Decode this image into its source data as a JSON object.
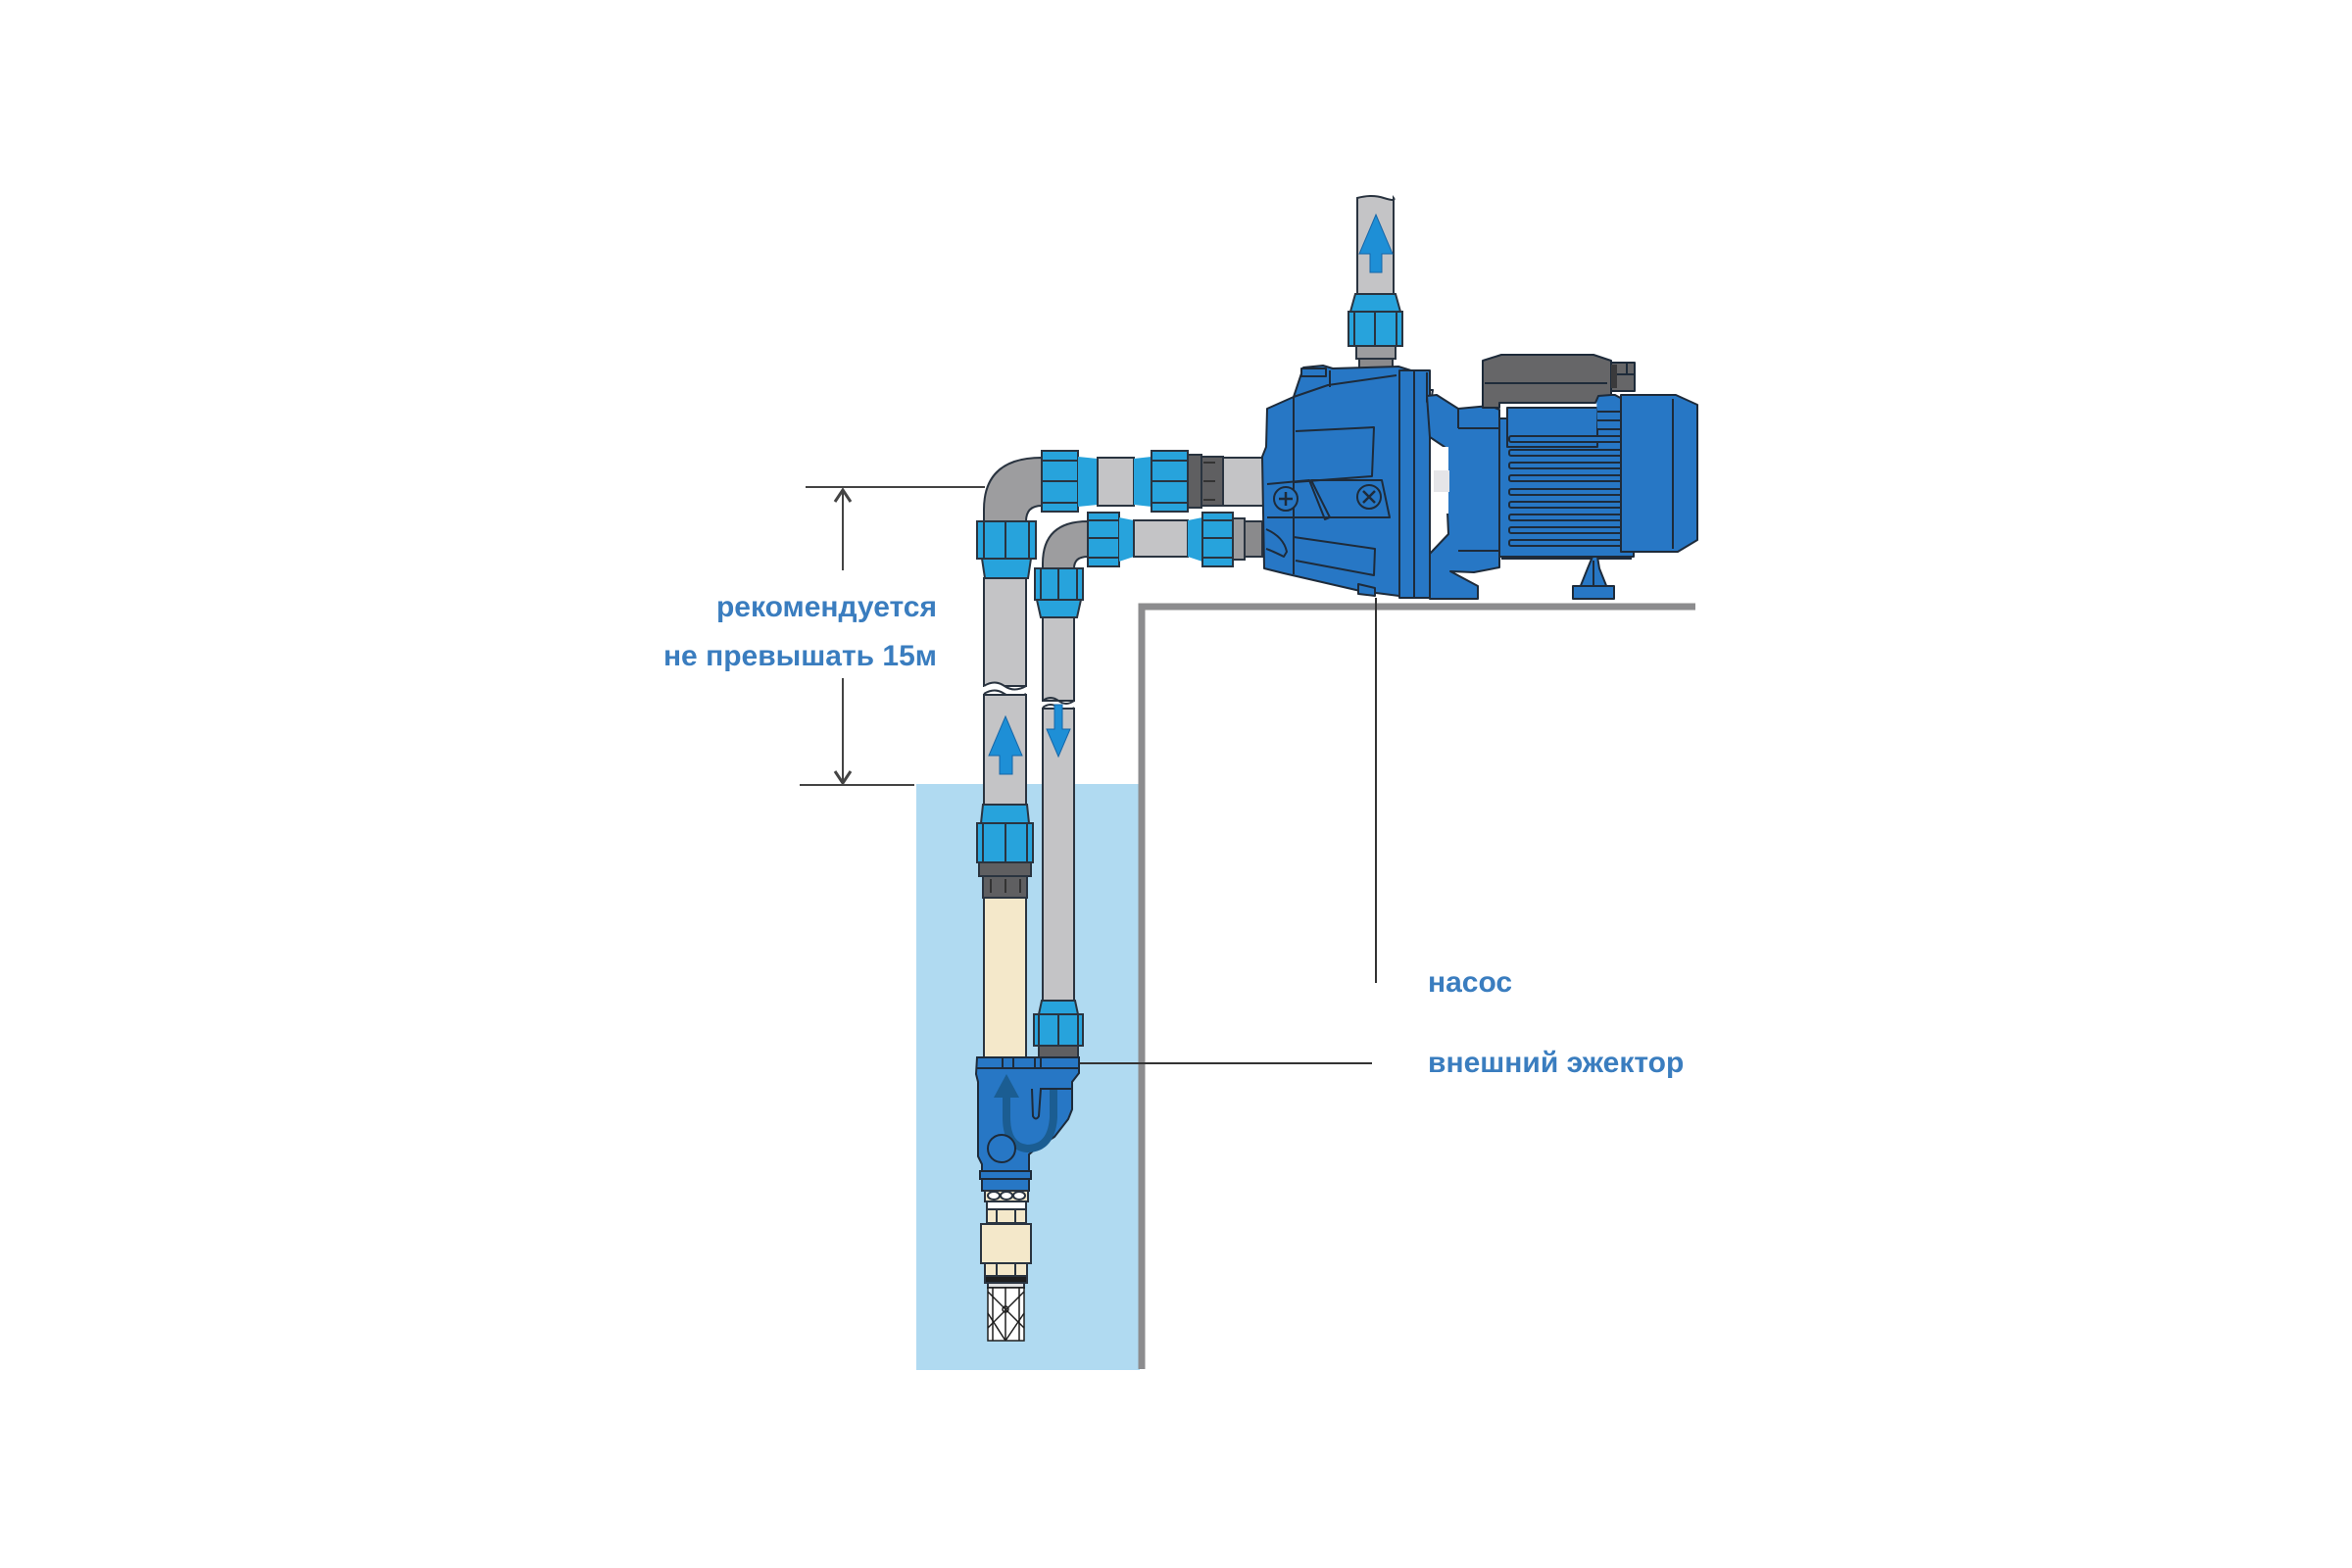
{
  "diagram": {
    "title": "Schema: pump with external ejector",
    "depth_note": {
      "line1": "рекомендуется",
      "line2": "не превышать 15м",
      "max_depth_m": 15
    },
    "callouts": {
      "pump": "насос",
      "ejector": "внешний эжектор"
    },
    "flow": {
      "discharge_direction": "up",
      "suction_pipe_direction": "up",
      "return_pipe_direction": "down"
    },
    "colors": {
      "text": "#3A7DBF",
      "water": "#B0DAF1",
      "pipe_gray": "#C4C4C6",
      "elbow_gray": "#9D9D9F",
      "fitting_blue": "#27A3DC",
      "pump_blue": "#2777C5",
      "arrow_blue": "#1E8FD6",
      "dark_gray": "#5F5F61",
      "cream_pipe": "#F4E8CA",
      "wall_gray": "#8C8C8E",
      "outline": "#1E2B3A"
    }
  }
}
